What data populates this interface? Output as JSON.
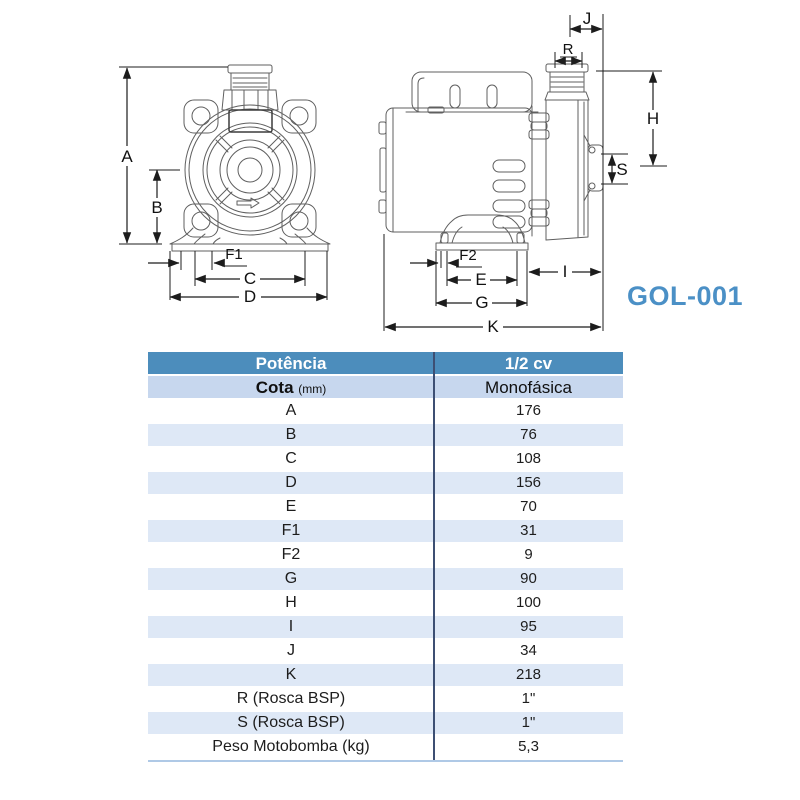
{
  "product": {
    "model": "GOL-001"
  },
  "diagram": {
    "front_dims": [
      "A",
      "B",
      "F1",
      "C",
      "D"
    ],
    "side_dims": [
      "J",
      "R",
      "H",
      "S",
      "F2",
      "E",
      "G",
      "I",
      "K"
    ]
  },
  "table": {
    "header": {
      "power_label": "Potência",
      "power_value": "1/2 cv"
    },
    "subheader": {
      "dim_label": "Cota",
      "dim_unit": "(mm)",
      "phase_value": "Monofásica"
    },
    "rows": [
      {
        "label": "A",
        "value": "176"
      },
      {
        "label": "B",
        "value": "76"
      },
      {
        "label": "C",
        "value": "108"
      },
      {
        "label": "D",
        "value": "156"
      },
      {
        "label": "E",
        "value": "70"
      },
      {
        "label": "F1",
        "value": "31"
      },
      {
        "label": "F2",
        "value": "9"
      },
      {
        "label": "G",
        "value": "90"
      },
      {
        "label": "H",
        "value": "100"
      },
      {
        "label": "I",
        "value": "95"
      },
      {
        "label": "J",
        "value": "34"
      },
      {
        "label": "K",
        "value": "218"
      },
      {
        "label": "R (Rosca BSP)",
        "value": "1\""
      },
      {
        "label": "S (Rosca BSP)",
        "value": "1\""
      },
      {
        "label": "Peso Motobomba (kg)",
        "value": "5,3"
      }
    ]
  },
  "colors": {
    "header_bg": "#4C8DBC",
    "subheader_bg": "#C7D7EE",
    "row_alt_bg": "#DEE8F6",
    "divider": "#3D4F73",
    "brand_blue": "#4B90C6"
  }
}
